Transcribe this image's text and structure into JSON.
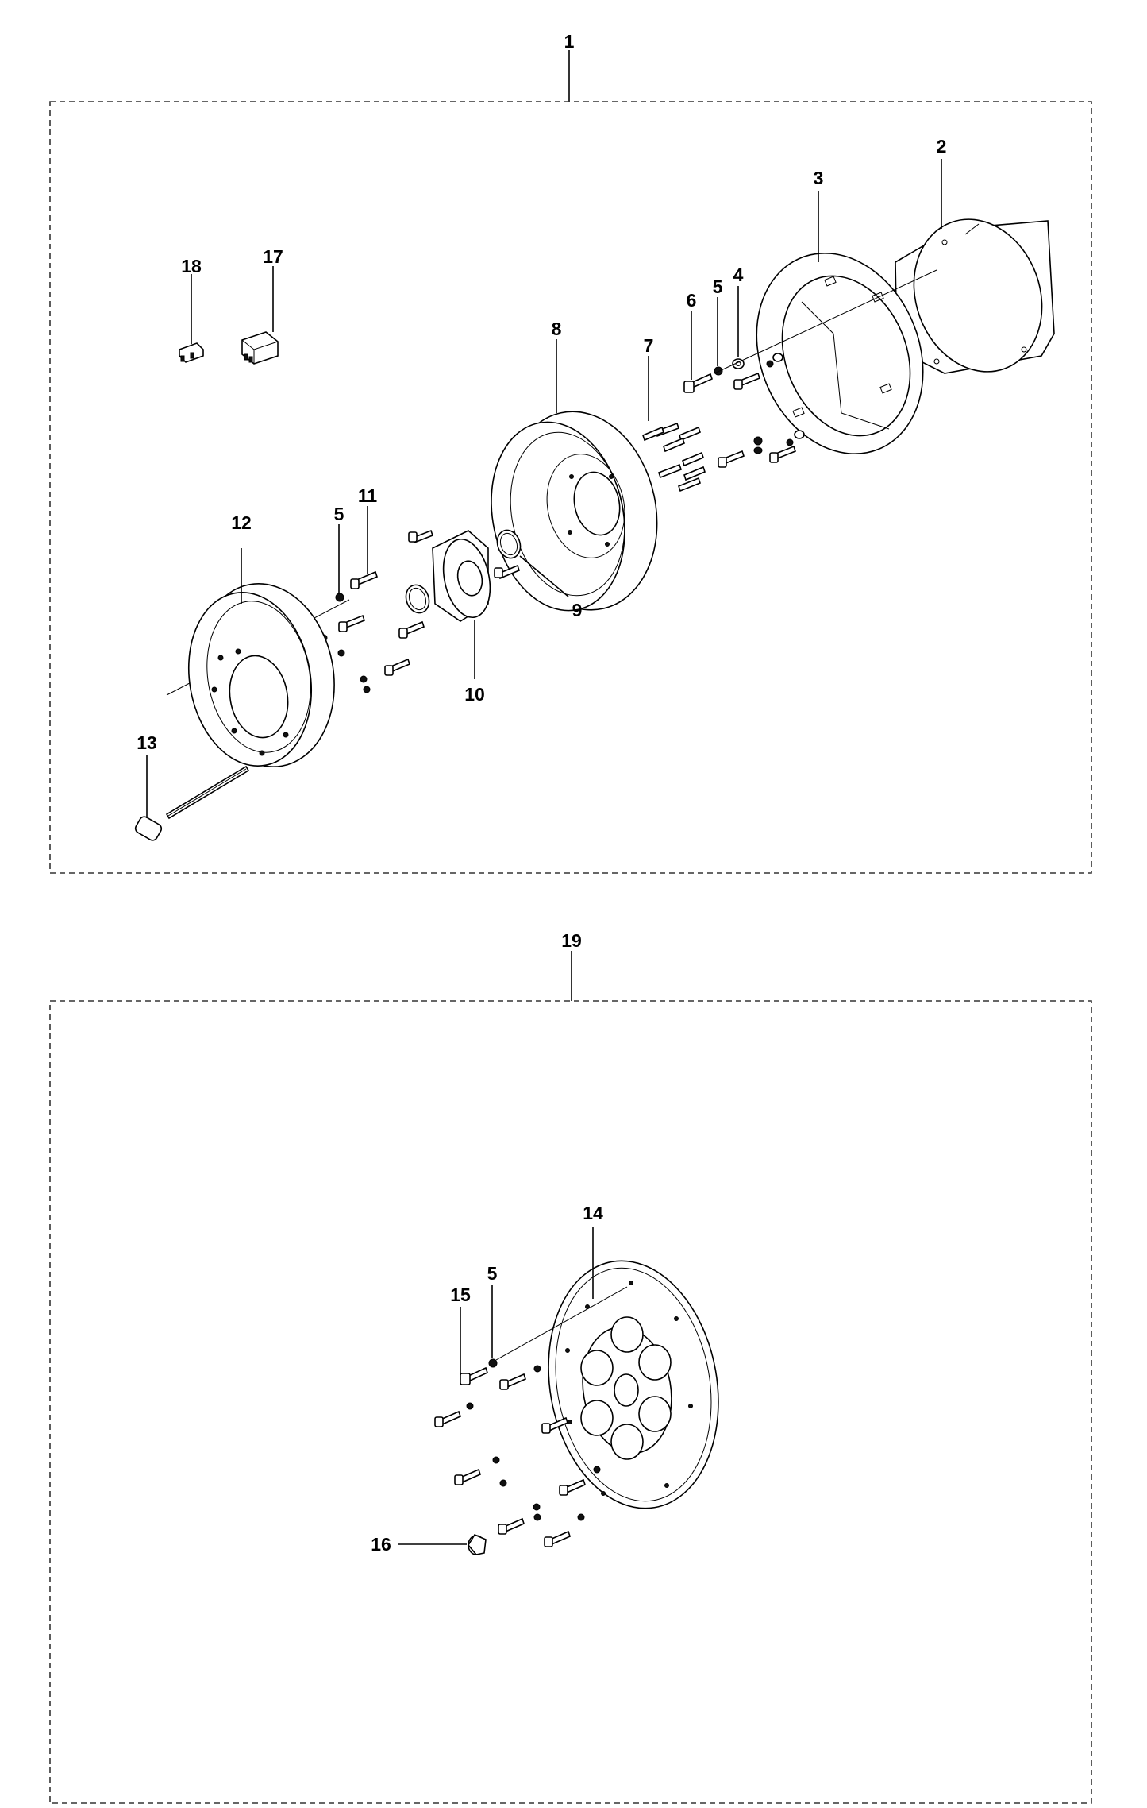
{
  "callouts": {
    "c1": "1",
    "c2": "2",
    "c3": "3",
    "c4": "4",
    "c5a": "5",
    "c5b": "5",
    "c5c": "5",
    "c6": "6",
    "c7": "7",
    "c8": "8",
    "c9": "9",
    "c10": "10",
    "c11": "11",
    "c12": "12",
    "c13": "13",
    "c14": "14",
    "c15": "15",
    "c16": "16",
    "c17": "17",
    "c18": "18",
    "c19": "19"
  }
}
